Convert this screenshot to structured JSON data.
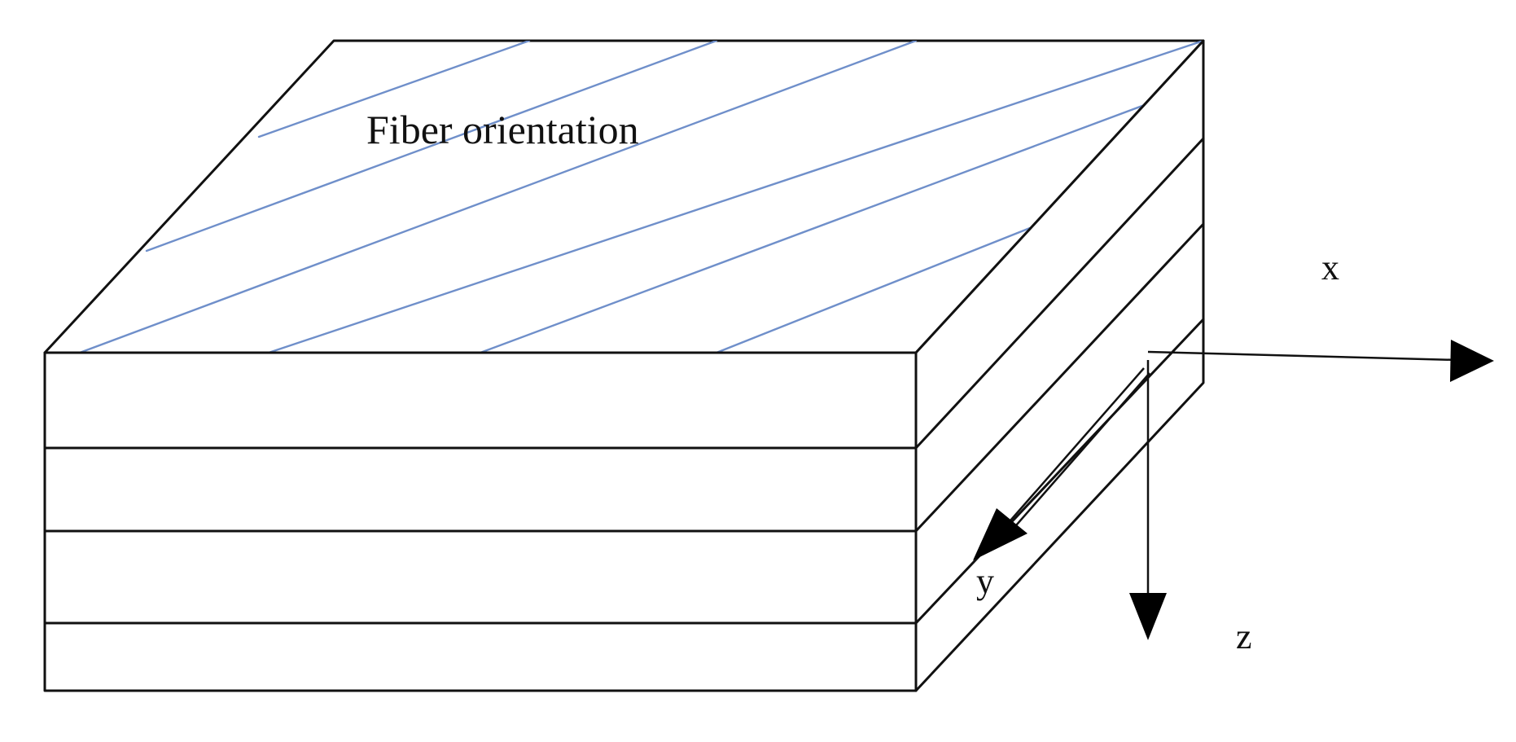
{
  "labels": {
    "fiber_orientation": "Fiber orientation",
    "axis_x": "x",
    "axis_y": "y",
    "axis_z": "z"
  },
  "layers": {
    "count": 4
  },
  "colors": {
    "fiber": "#6f8fca",
    "outline": "#111111",
    "background": "#ffffff"
  }
}
